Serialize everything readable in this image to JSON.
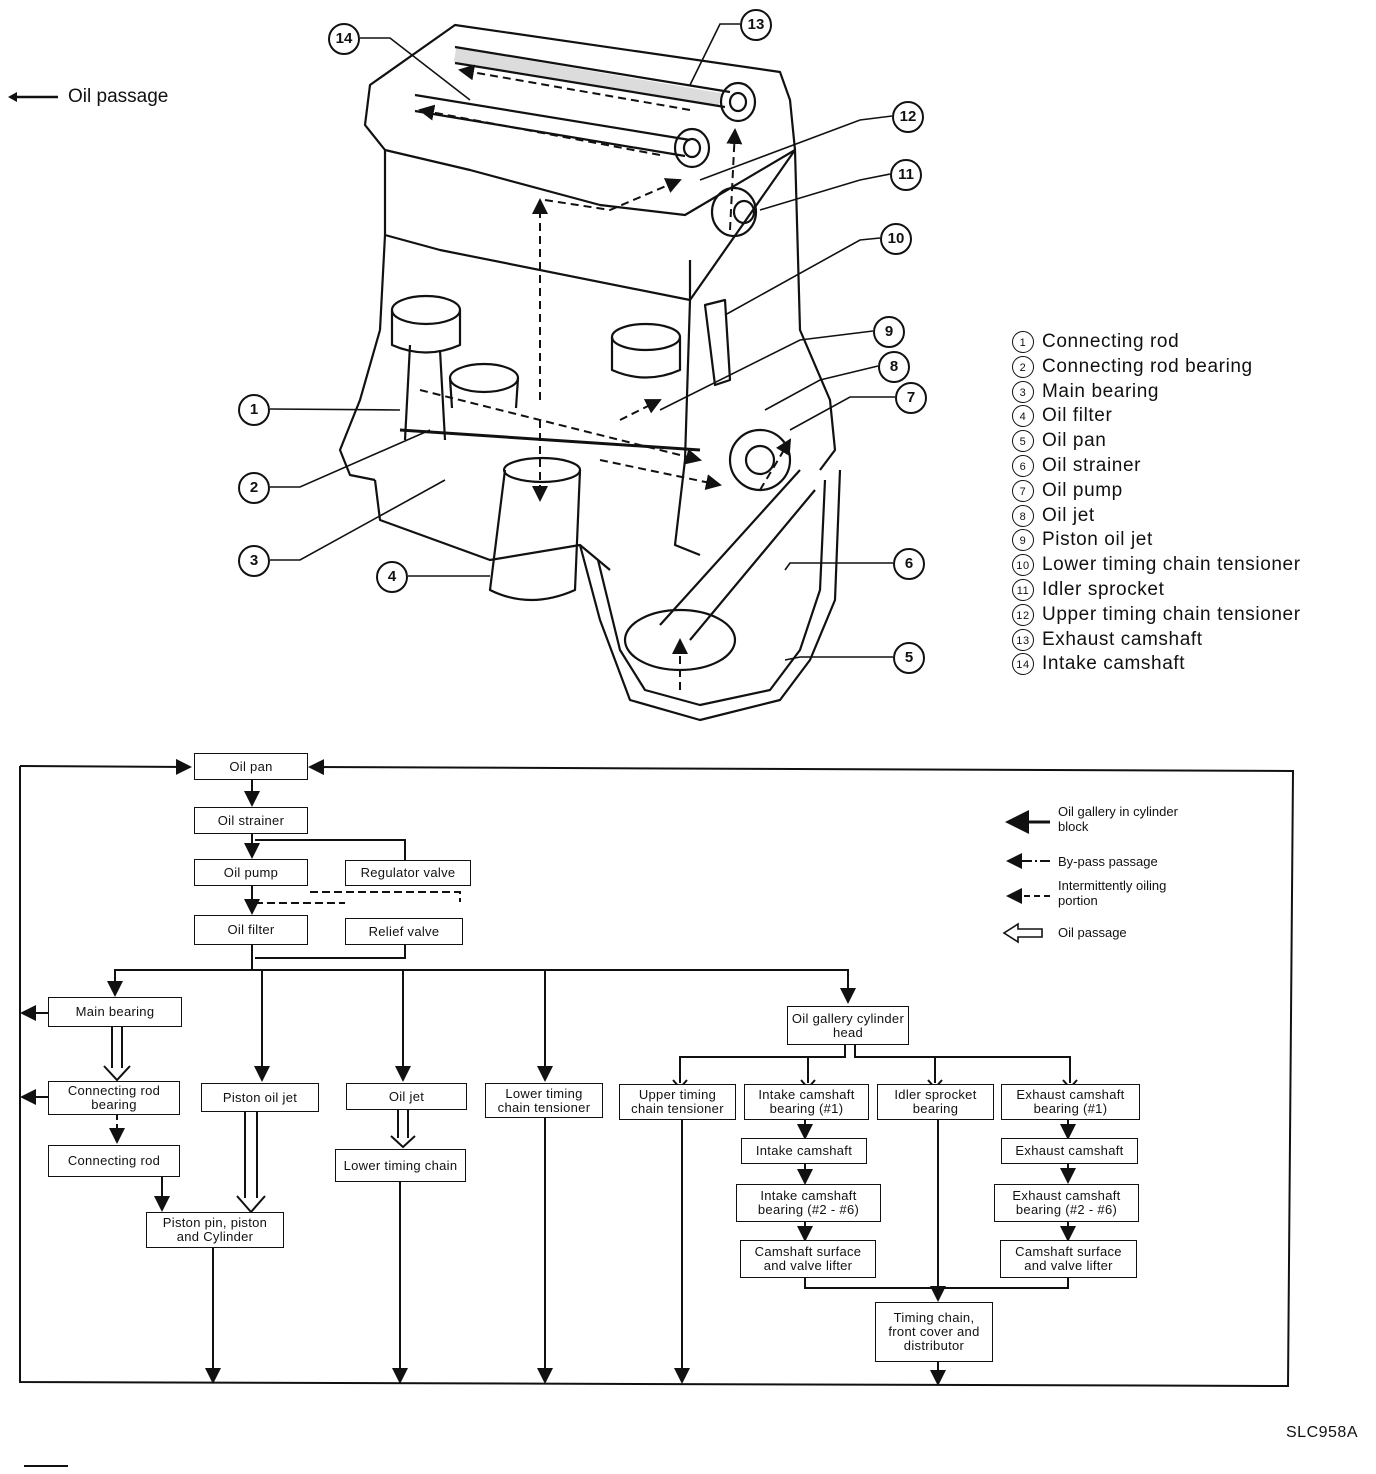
{
  "legend_top": {
    "label": "Oil passage",
    "icon": "arrow-left-icon"
  },
  "parts": [
    {
      "num": "1",
      "label": "Connecting rod"
    },
    {
      "num": "2",
      "label": "Connecting rod bearing"
    },
    {
      "num": "3",
      "label": "Main bearing"
    },
    {
      "num": "4",
      "label": "Oil filter"
    },
    {
      "num": "5",
      "label": "Oil pan"
    },
    {
      "num": "6",
      "label": "Oil strainer"
    },
    {
      "num": "7",
      "label": "Oil pump"
    },
    {
      "num": "8",
      "label": "Oil jet"
    },
    {
      "num": "9",
      "label": "Piston oil jet"
    },
    {
      "num": "10",
      "label": "Lower timing chain tensioner"
    },
    {
      "num": "11",
      "label": "Idler sprocket"
    },
    {
      "num": "12",
      "label": "Upper timing chain tensioner"
    },
    {
      "num": "13",
      "label": "Exhaust camshaft"
    },
    {
      "num": "14",
      "label": "Intake camshaft"
    }
  ],
  "callouts": [
    "1",
    "2",
    "3",
    "4",
    "5",
    "6",
    "7",
    "8",
    "9",
    "10",
    "11",
    "12",
    "13",
    "14"
  ],
  "flow": {
    "oil_pan": "Oil pan",
    "oil_strainer": "Oil strainer",
    "oil_pump": "Oil pump",
    "regulator_valve": "Regulator valve",
    "oil_filter": "Oil filter",
    "relief_valve": "Relief valve",
    "main_bearing": "Main bearing",
    "conrod_bearing": "Connecting rod bearing",
    "conrod": "Connecting rod",
    "piston_oil_jet": "Piston oil jet",
    "oil_jet": "Oil jet",
    "lower_timing_chain": "Lower timing chain",
    "lower_tensioner": "Lower timing chain tensioner",
    "gallery_head": "Oil gallery cylinder head",
    "upper_tensioner": "Upper timing chain tensioner",
    "intake_bearing_1": "Intake camshaft bearing (#1)",
    "idler_bearing": "Idler sprocket bearing",
    "exhaust_bearing_1": "Exhaust camshaft bearing (#1)",
    "intake_camshaft": "Intake camshaft",
    "exhaust_camshaft": "Exhaust camshaft",
    "intake_bearing_2_6": "Intake camshaft bearing (#2 - #6)",
    "exhaust_bearing_2_6": "Exhaust camshaft bearing (#2 - #6)",
    "cam_surface_in": "Camshaft surface and valve lifter",
    "cam_surface_ex": "Camshaft surface and valve lifter",
    "piston_pin": "Piston pin, piston and Cylinder",
    "timing_chain": "Timing chain, front cover and distributor"
  },
  "flow_legend": [
    {
      "label": "Oil gallery in cylinder block",
      "symbol": "solid-arrow"
    },
    {
      "label": "By-pass passage",
      "symbol": "dash-dot-arrow"
    },
    {
      "label": "Intermittently oiling portion",
      "symbol": "dashed-arrow"
    },
    {
      "label": "Oil passage",
      "symbol": "hollow-arrow"
    }
  ],
  "figure_code": "SLC958A"
}
